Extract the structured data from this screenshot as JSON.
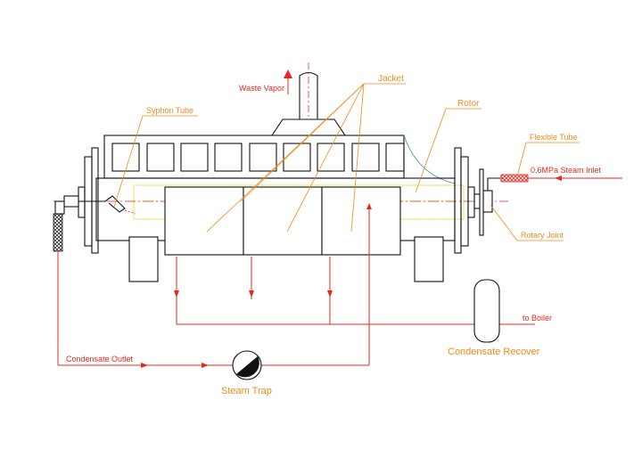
{
  "labels": {
    "waste_vapor": "Waste Vapor",
    "jacket": "Jacket",
    "rotor": "Rotor",
    "syphon_tube": "Syphon Tube",
    "flexible_tube": "Flexible Tube",
    "steam_inlet": "0.6MPa Steam Inlet",
    "rotary_joint": "Rotary Joint",
    "to_boiler": "to Boiler",
    "condensate_recover": "Condensate Recover",
    "condensate_outlet": "Condensate Outlet",
    "steam_trap": "Steam Trap"
  },
  "colors": {
    "outline": "#111111",
    "pipe": "#e8281e",
    "label": "#f08a1c",
    "label_red": "#e8281e"
  }
}
